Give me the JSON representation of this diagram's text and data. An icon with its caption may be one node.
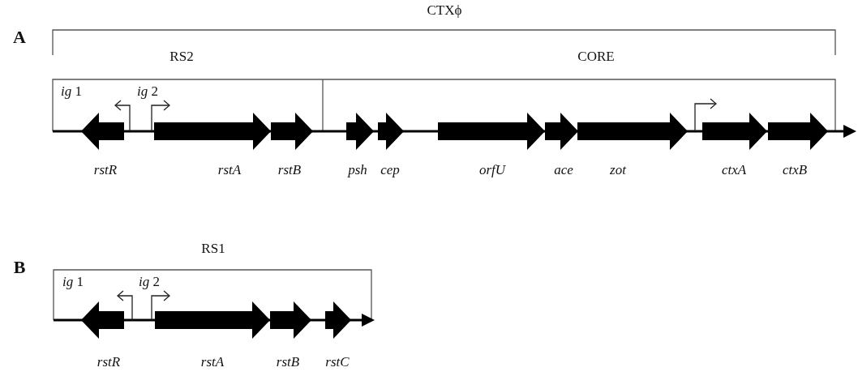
{
  "diagram": {
    "labels": [
      "CTXϕ",
      "A",
      "RS2",
      "CORE",
      "*ig* 1",
      "*ig* 2",
      "rstR",
      "rstA",
      "rstB",
      "psh",
      "cep",
      "orfU",
      "ace",
      "zot",
      "ctxA",
      "ctxB",
      "RS1",
      "B",
      "*ig* 1",
      "*ig* 2",
      "rstR",
      "rstA",
      "rstB",
      "rstC"
    ]
  }
}
